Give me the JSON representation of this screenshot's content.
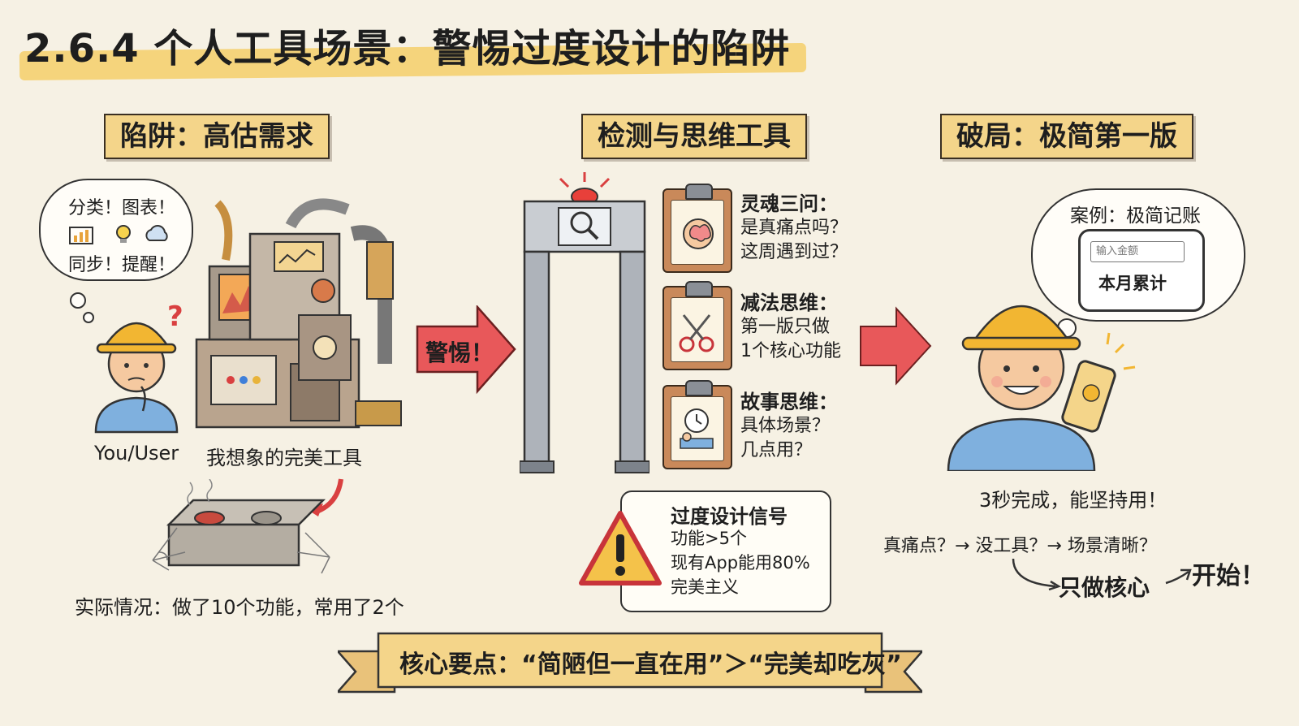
{
  "title": "2.6.4 个人工具场景：警惕过度设计的陷阱",
  "sections": {
    "trap": "陷阱：高估需求",
    "detect": "检测与思维工具",
    "breakout": "破局：极简第一版"
  },
  "trap": {
    "bubble_line1": "分类！图表！",
    "bubble_line2": "同步！提醒！",
    "user_label": "You/User",
    "machine_label": "我想象的完美工具",
    "reality": "实际情况：做了10个功能，常用了2个"
  },
  "warning_arrow": "警惕！",
  "tools": [
    {
      "heading": "灵魂三问：",
      "lines": [
        "是真痛点吗？",
        "这周遇到过？"
      ],
      "icon": "brain-icon"
    },
    {
      "heading": "减法思维：",
      "lines": [
        "第一版只做",
        "1个核心功能"
      ],
      "icon": "scissors-icon"
    },
    {
      "heading": "故事思维：",
      "lines": [
        "具体场景？",
        "几点用？"
      ],
      "icon": "clock-icon"
    }
  ],
  "signal": {
    "heading": "过度设计信号",
    "lines": [
      "功能>5个",
      "现有App能用80%",
      "完美主义"
    ]
  },
  "breakout": {
    "case_title": "案例：极简记账",
    "input_placeholder": "输入金额",
    "phone_label": "本月累计",
    "done": "3秒完成，能坚持用！",
    "flow_line": "真痛点？→ 没工具？→ 场景清晰？",
    "core": "只做核心",
    "start": "开始！"
  },
  "banner": "核心要点：“简陋但一直在用”＞“完美却吃灰”",
  "colors": {
    "background": "#f6f1e4",
    "tag": "#f4d58a",
    "arrow_red": "#e8585a",
    "helmet": "#f2b632"
  }
}
